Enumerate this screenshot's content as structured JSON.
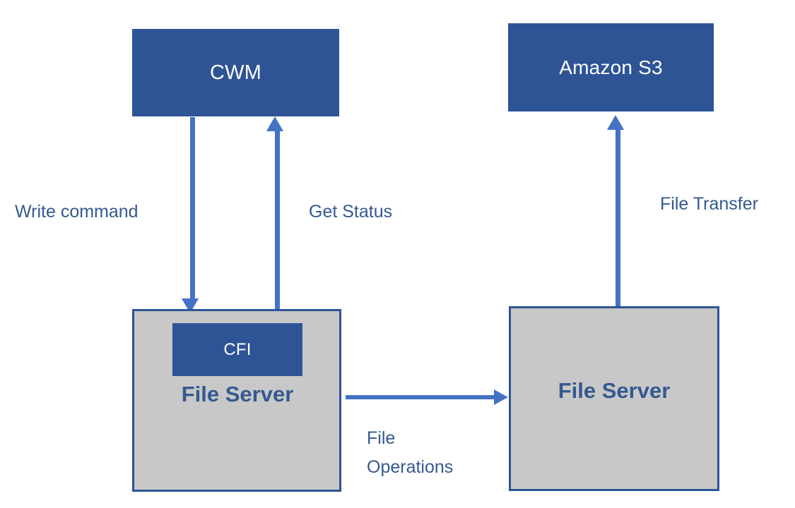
{
  "diagram": {
    "title": "CWM / CFI File Server to Amazon S3 architecture",
    "colors": {
      "box_blue": "#2e5496",
      "box_gray": "#c8c8c8",
      "arrow_blue": "#4472c4",
      "label_blue": "#35598f",
      "box_text_white": "#ffffff",
      "background": "#ffffff"
    },
    "nodes": [
      {
        "id": "cwm",
        "label": "CWM",
        "style": "solid-blue"
      },
      {
        "id": "amazon-s3",
        "label": "Amazon S3",
        "style": "solid-blue"
      },
      {
        "id": "file-server-left",
        "label": "File Server",
        "style": "gray-bordered"
      },
      {
        "id": "cfi",
        "label": "CFI",
        "style": "solid-blue"
      },
      {
        "id": "file-server-right",
        "label": "File Server",
        "style": "gray-bordered"
      }
    ],
    "edges": [
      {
        "id": "write-command",
        "label": "Write command",
        "from": "cwm",
        "to": "file-server-left",
        "direction": "down"
      },
      {
        "id": "get-status",
        "label": "Get Status",
        "from": "file-server-left",
        "to": "cwm",
        "direction": "up"
      },
      {
        "id": "file-transfer",
        "label": "File Transfer",
        "from": "file-server-right",
        "to": "amazon-s3",
        "direction": "up"
      },
      {
        "id": "file-operations",
        "label": "File Operations",
        "label_line1": "File",
        "label_line2": "Operations",
        "from": "file-server-left",
        "to": "file-server-right",
        "direction": "right"
      }
    ]
  }
}
